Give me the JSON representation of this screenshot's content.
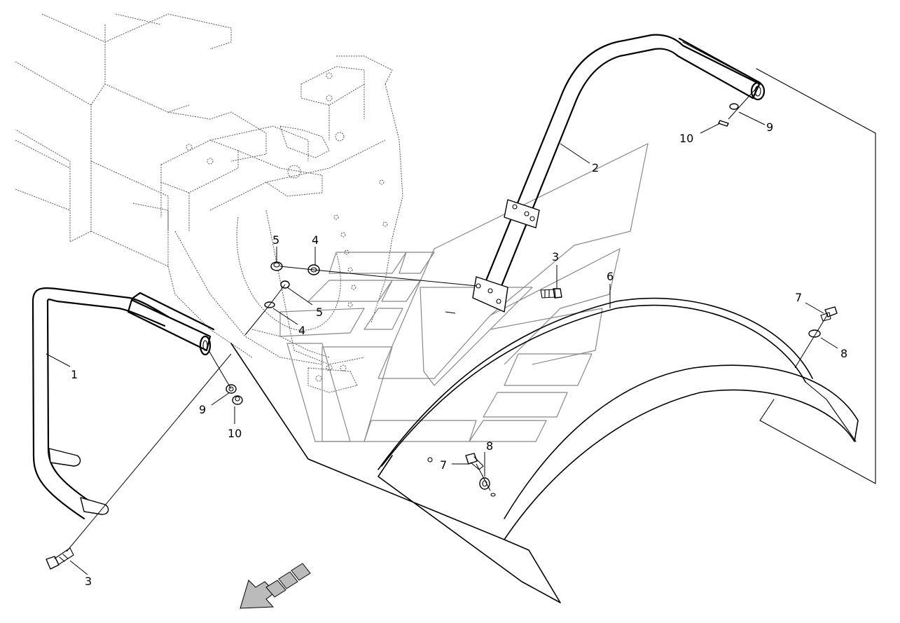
{
  "diagram": {
    "callouts": {
      "c1": "1",
      "c2": "2",
      "c3a": "3",
      "c3b": "3",
      "c4a": "4",
      "c4b": "4",
      "c5a": "5",
      "c5b": "5",
      "c6": "6",
      "c7a": "7",
      "c7b": "7",
      "c8a": "8",
      "c8b": "8",
      "c9a": "9",
      "c9b": "9",
      "c10a": "10",
      "c10b": "10"
    },
    "direction_arrow": {
      "icon": "direction-arrow-icon",
      "fill": "#bbbbbb"
    }
  }
}
